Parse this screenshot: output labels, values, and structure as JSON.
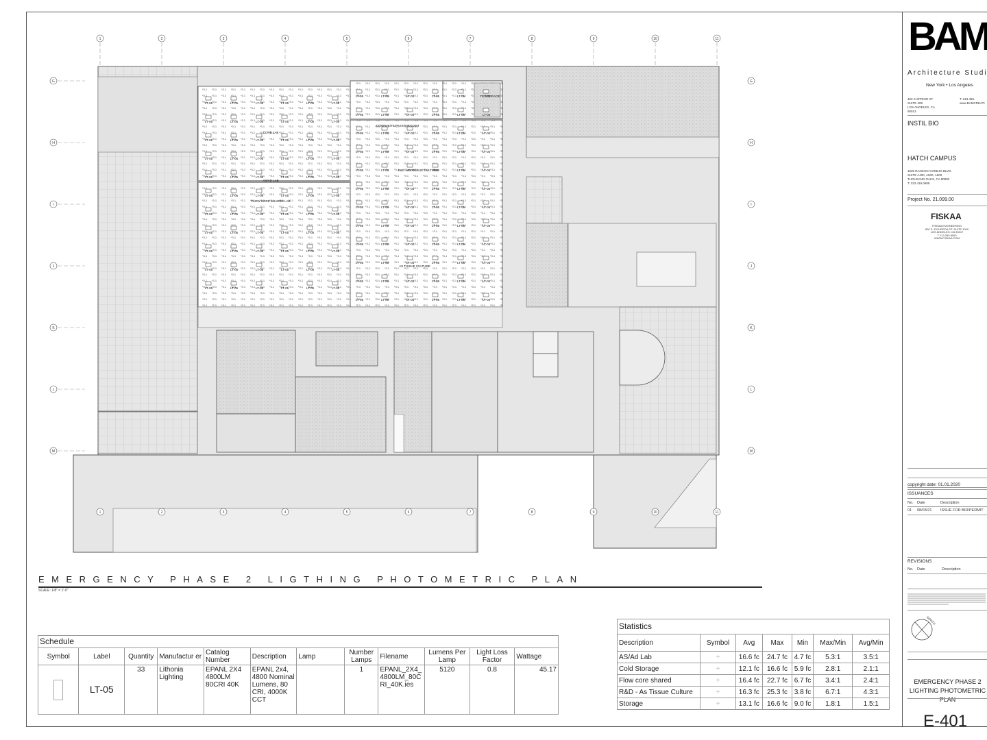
{
  "plan": {
    "grid_columns": [
      "1",
      "2",
      "3",
      "4",
      "5",
      "6",
      "7",
      "8",
      "9",
      "10",
      "11"
    ],
    "grid_rows": [
      "G",
      "H",
      "I",
      "J",
      "K",
      "L",
      "M"
    ],
    "fixture_label": "LT-05",
    "room_labels": [
      "CORE LAB",
      "AS/AD LAB",
      "COMPOSITE PASSTHROUGH",
      "R&D - AS TISSUE CULTURE",
      "FLOW CORE SHARED LAB",
      "TC STORAGE",
      "AS TISSUE CULTURE"
    ],
    "title": "EMERGENCY PHASE 2 LIGTHING PHOTOMETRIC PLAN",
    "scale": "SCALE:   1/8\" = 1'-0\""
  },
  "schedule": {
    "title": "Schedule",
    "headers": [
      "Symbol",
      "Label",
      "Quantity",
      "Manufactur er",
      "Catalog Number",
      "Description",
      "Lamp",
      "Number Lamps",
      "Filename",
      "Lumens Per Lamp",
      "Light Loss Factor",
      "Wattage"
    ],
    "row": {
      "label": "LT-05",
      "quantity": "33",
      "manufacturer": "Lithonia Lighting",
      "catalog": "EPANL 2X4 4800LM 80CRI 40K",
      "description": "EPANL 2x4, 4800 Nominal Lumens, 80 CRI, 4000K CCT",
      "lamp": "",
      "number_lamps": "1",
      "filename": "EPANL_2X4_ 4800LM_80C RI_40K.ies",
      "lumens": "5120",
      "llf": "0.8",
      "wattage": "45.17"
    }
  },
  "statistics": {
    "title": "Statistics",
    "headers": [
      "Description",
      "Symbol",
      "Avg",
      "Max",
      "Min",
      "Max/Min",
      "Avg/Min"
    ],
    "rows": [
      {
        "description": "AS/Ad Lab",
        "symbol": "+",
        "avg": "16.6 fc",
        "max": "24.7 fc",
        "min": "4.7 fc",
        "maxmin": "5.3:1",
        "avgmin": "3.5:1"
      },
      {
        "description": "Cold Storage",
        "symbol": "+",
        "avg": "12.1 fc",
        "max": "16.6 fc",
        "min": "5.9 fc",
        "maxmin": "2.8:1",
        "avgmin": "2.1:1"
      },
      {
        "description": "Flow core shared",
        "symbol": "+",
        "avg": "16.4 fc",
        "max": "22.7 fc",
        "min": "6.7 fc",
        "maxmin": "3.4:1",
        "avgmin": "2.4:1"
      },
      {
        "description": "R&D - As Tissue Culture",
        "symbol": "+",
        "avg": "16.3 fc",
        "max": "25.3 fc",
        "min": "3.8 fc",
        "maxmin": "6.7:1",
        "avgmin": "4.3:1"
      },
      {
        "description": "Storage",
        "symbol": "+",
        "avg": "13.1 fc",
        "max": "16.6 fc",
        "min": "9.0 fc",
        "maxmin": "1.8:1",
        "avgmin": "1.5:1"
      }
    ]
  },
  "titleblock": {
    "logo": "BAM",
    "logo_sub": "Architecture Studio",
    "cities": "New York  •  Los Angeles",
    "address": [
      "453 S SPRING ST",
      "SUITE 408",
      "LOS ANGELES, CA",
      "90013"
    ],
    "contact": [
      "T: 213.465.",
      "www.BAMCREATI"
    ],
    "client": "INSTIL BIO",
    "project": "HATCH CAMPUS",
    "project_address": [
      "1535 RANCHO CONEJO BLVD.",
      "SUITE A400, A500, A600",
      "THOUSAND OAKS, CA 90082",
      "T: 323.419.0685"
    ],
    "project_no": "Project No. 21.099.00",
    "engineer": "FISKAA",
    "engineer_address": [
      "FISKAA ENGINEERING",
      "800 S. FIGUEROA ST. SUITE 1000",
      "LOS ANGELES, CA 90017",
      "T 213.350.8000",
      "WWW.FISKAA.COM"
    ],
    "copyright": "copyright date:  01.01.2020",
    "issuances_title": "ISSUANCES",
    "issuance_headers": [
      "No.",
      "Date",
      "Description"
    ],
    "issuances": [
      {
        "no": "01",
        "date": "08/03/21",
        "description": "ISSUE FOR BID/PERMIT"
      }
    ],
    "revisions_title": "REVISIONS",
    "revision_headers": [
      "No.",
      "Date",
      "Description"
    ],
    "north": "NORTH",
    "sheet_name": "EMERGENCY PHASE 2 LIGHTING PHOTOMETRIC PLAN",
    "sheet_number": "E-401"
  }
}
